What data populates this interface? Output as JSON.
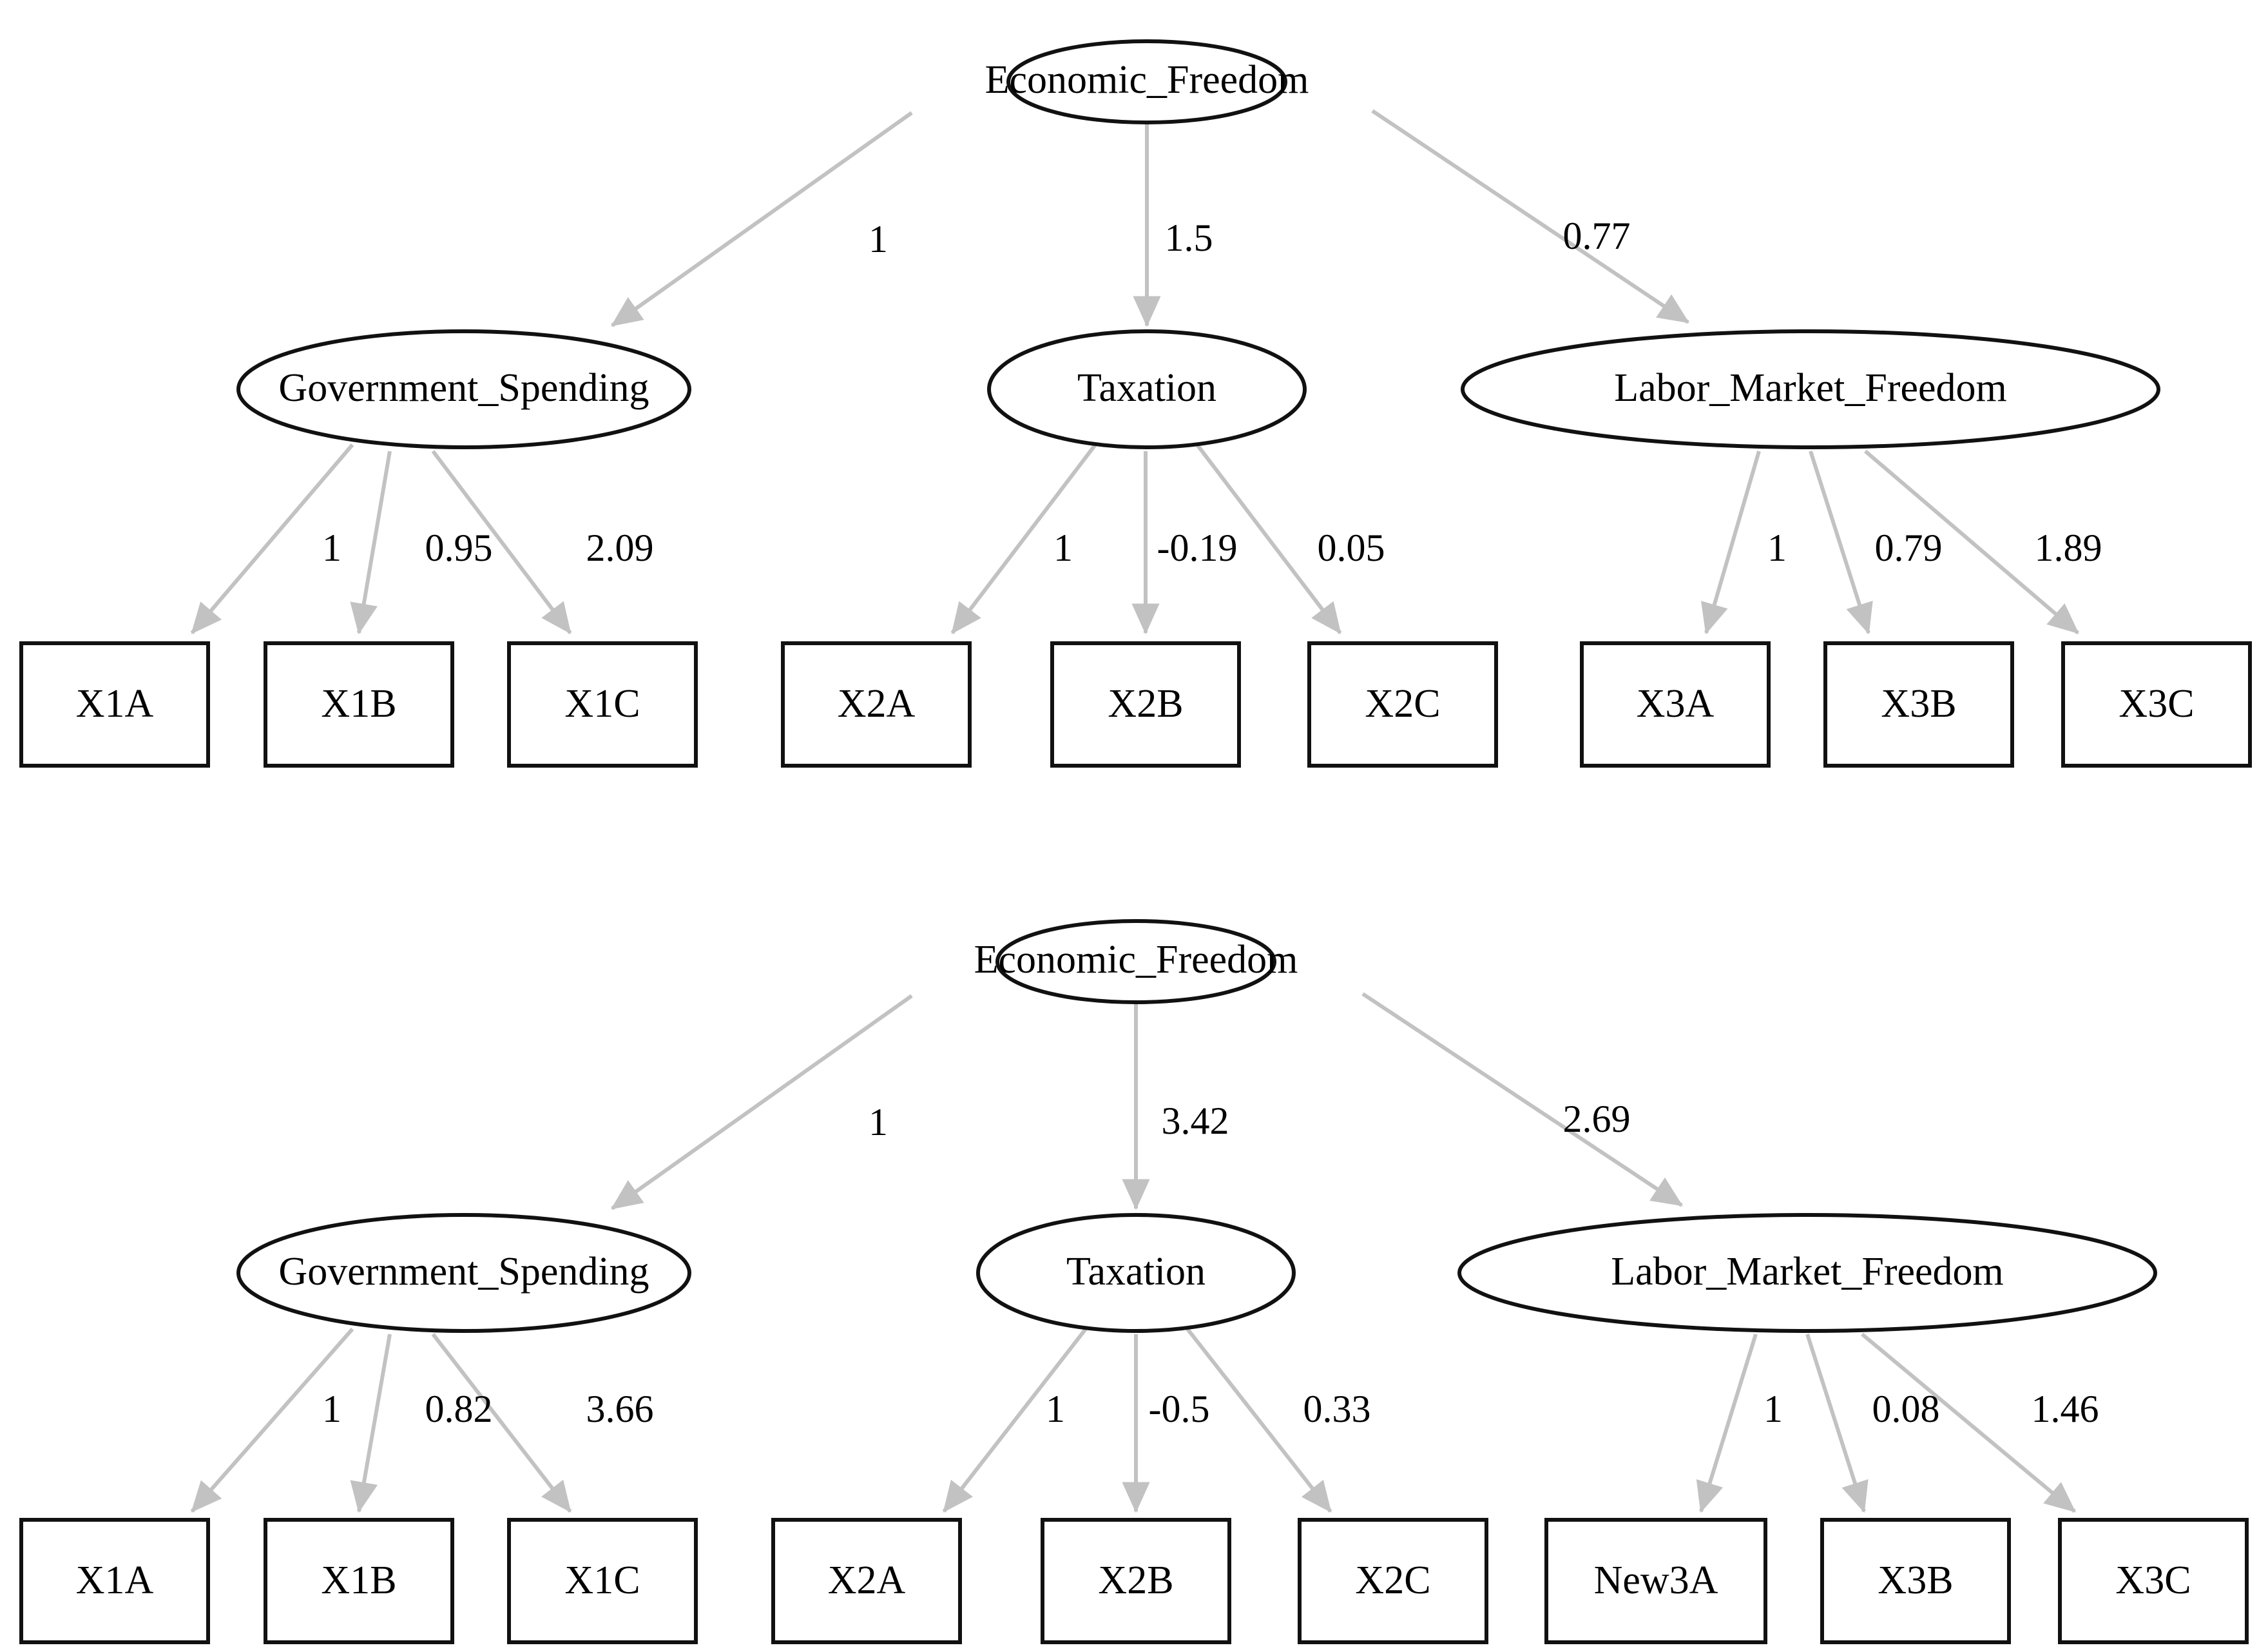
{
  "figure": {
    "type": "sem-path-diagram",
    "background_color": "#ffffff",
    "node_stroke_color": "#111111",
    "edge_color": "#c2c2c2",
    "text_color": "#000000"
  },
  "chart_data": {
    "type": "diagram",
    "title": "",
    "panels": [
      {
        "id": "panel-top",
        "latent_top": "Economic_Freedom",
        "structural_paths": [
          {
            "from": "Economic_Freedom",
            "to": "Government_Spending",
            "estimate": "1"
          },
          {
            "from": "Economic_Freedom",
            "to": "Taxation",
            "estimate": "1.5"
          },
          {
            "from": "Economic_Freedom",
            "to": "Labor_Market_Freedom",
            "estimate": "0.77"
          }
        ],
        "factors": [
          {
            "name": "Government_Spending",
            "indicators": [
              "X1A",
              "X1B",
              "X1C"
            ],
            "loadings": [
              "1",
              "0.95",
              "2.09"
            ]
          },
          {
            "name": "Taxation",
            "indicators": [
              "X2A",
              "X2B",
              "X2C"
            ],
            "loadings": [
              "1",
              "-0.19",
              "0.05"
            ]
          },
          {
            "name": "Labor_Market_Freedom",
            "indicators": [
              "X3A",
              "X3B",
              "X3C"
            ],
            "loadings": [
              "1",
              "0.79",
              "1.89"
            ]
          }
        ]
      },
      {
        "id": "panel-bottom",
        "latent_top": "Economic_Freedom",
        "structural_paths": [
          {
            "from": "Economic_Freedom",
            "to": "Government_Spending",
            "estimate": "1"
          },
          {
            "from": "Economic_Freedom",
            "to": "Taxation",
            "estimate": "3.42"
          },
          {
            "from": "Economic_Freedom",
            "to": "Labor_Market_Freedom",
            "estimate": "2.69"
          }
        ],
        "factors": [
          {
            "name": "Government_Spending",
            "indicators": [
              "X1A",
              "X1B",
              "X1C"
            ],
            "loadings": [
              "1",
              "0.82",
              "3.66"
            ]
          },
          {
            "name": "Taxation",
            "indicators": [
              "X2A",
              "X2B",
              "X2C"
            ],
            "loadings": [
              "1",
              "-0.5",
              "0.33"
            ]
          },
          {
            "name": "Labor_Market_Freedom",
            "indicators": [
              "New3A",
              "X3B",
              "X3C"
            ],
            "loadings": [
              "1",
              "0.08",
              "1.46"
            ]
          }
        ]
      }
    ]
  },
  "panel_top": {
    "economic_freedom": "Economic_Freedom",
    "government_spending": "Government_Spending",
    "taxation": "Taxation",
    "labor_market_freedom": "Labor_Market_Freedom",
    "path_gs": "1",
    "path_tax": "1.5",
    "path_lmf": "0.77",
    "gs_load_a": "1",
    "gs_load_b": "0.95",
    "gs_load_c": "2.09",
    "tax_load_a": "1",
    "tax_load_b": "-0.19",
    "tax_load_c": "0.05",
    "lmf_load_a": "1",
    "lmf_load_b": "0.79",
    "lmf_load_c": "1.89",
    "box_x1a": "X1A",
    "box_x1b": "X1B",
    "box_x1c": "X1C",
    "box_x2a": "X2A",
    "box_x2b": "X2B",
    "box_x2c": "X2C",
    "box_x3a": "X3A",
    "box_x3b": "X3B",
    "box_x3c": "X3C"
  },
  "panel_bottom": {
    "economic_freedom": "Economic_Freedom",
    "government_spending": "Government_Spending",
    "taxation": "Taxation",
    "labor_market_freedom": "Labor_Market_Freedom",
    "path_gs": "1",
    "path_tax": "3.42",
    "path_lmf": "2.69",
    "gs_load_a": "1",
    "gs_load_b": "0.82",
    "gs_load_c": "3.66",
    "tax_load_a": "1",
    "tax_load_b": "-0.5",
    "tax_load_c": "0.33",
    "lmf_load_a": "1",
    "lmf_load_b": "0.08",
    "lmf_load_c": "1.46",
    "box_x1a": "X1A",
    "box_x1b": "X1B",
    "box_x1c": "X1C",
    "box_x2a": "X2A",
    "box_x2b": "X2B",
    "box_x2c": "X2C",
    "box_x3a": "New3A",
    "box_x3b": "X3B",
    "box_x3c": "X3C"
  }
}
